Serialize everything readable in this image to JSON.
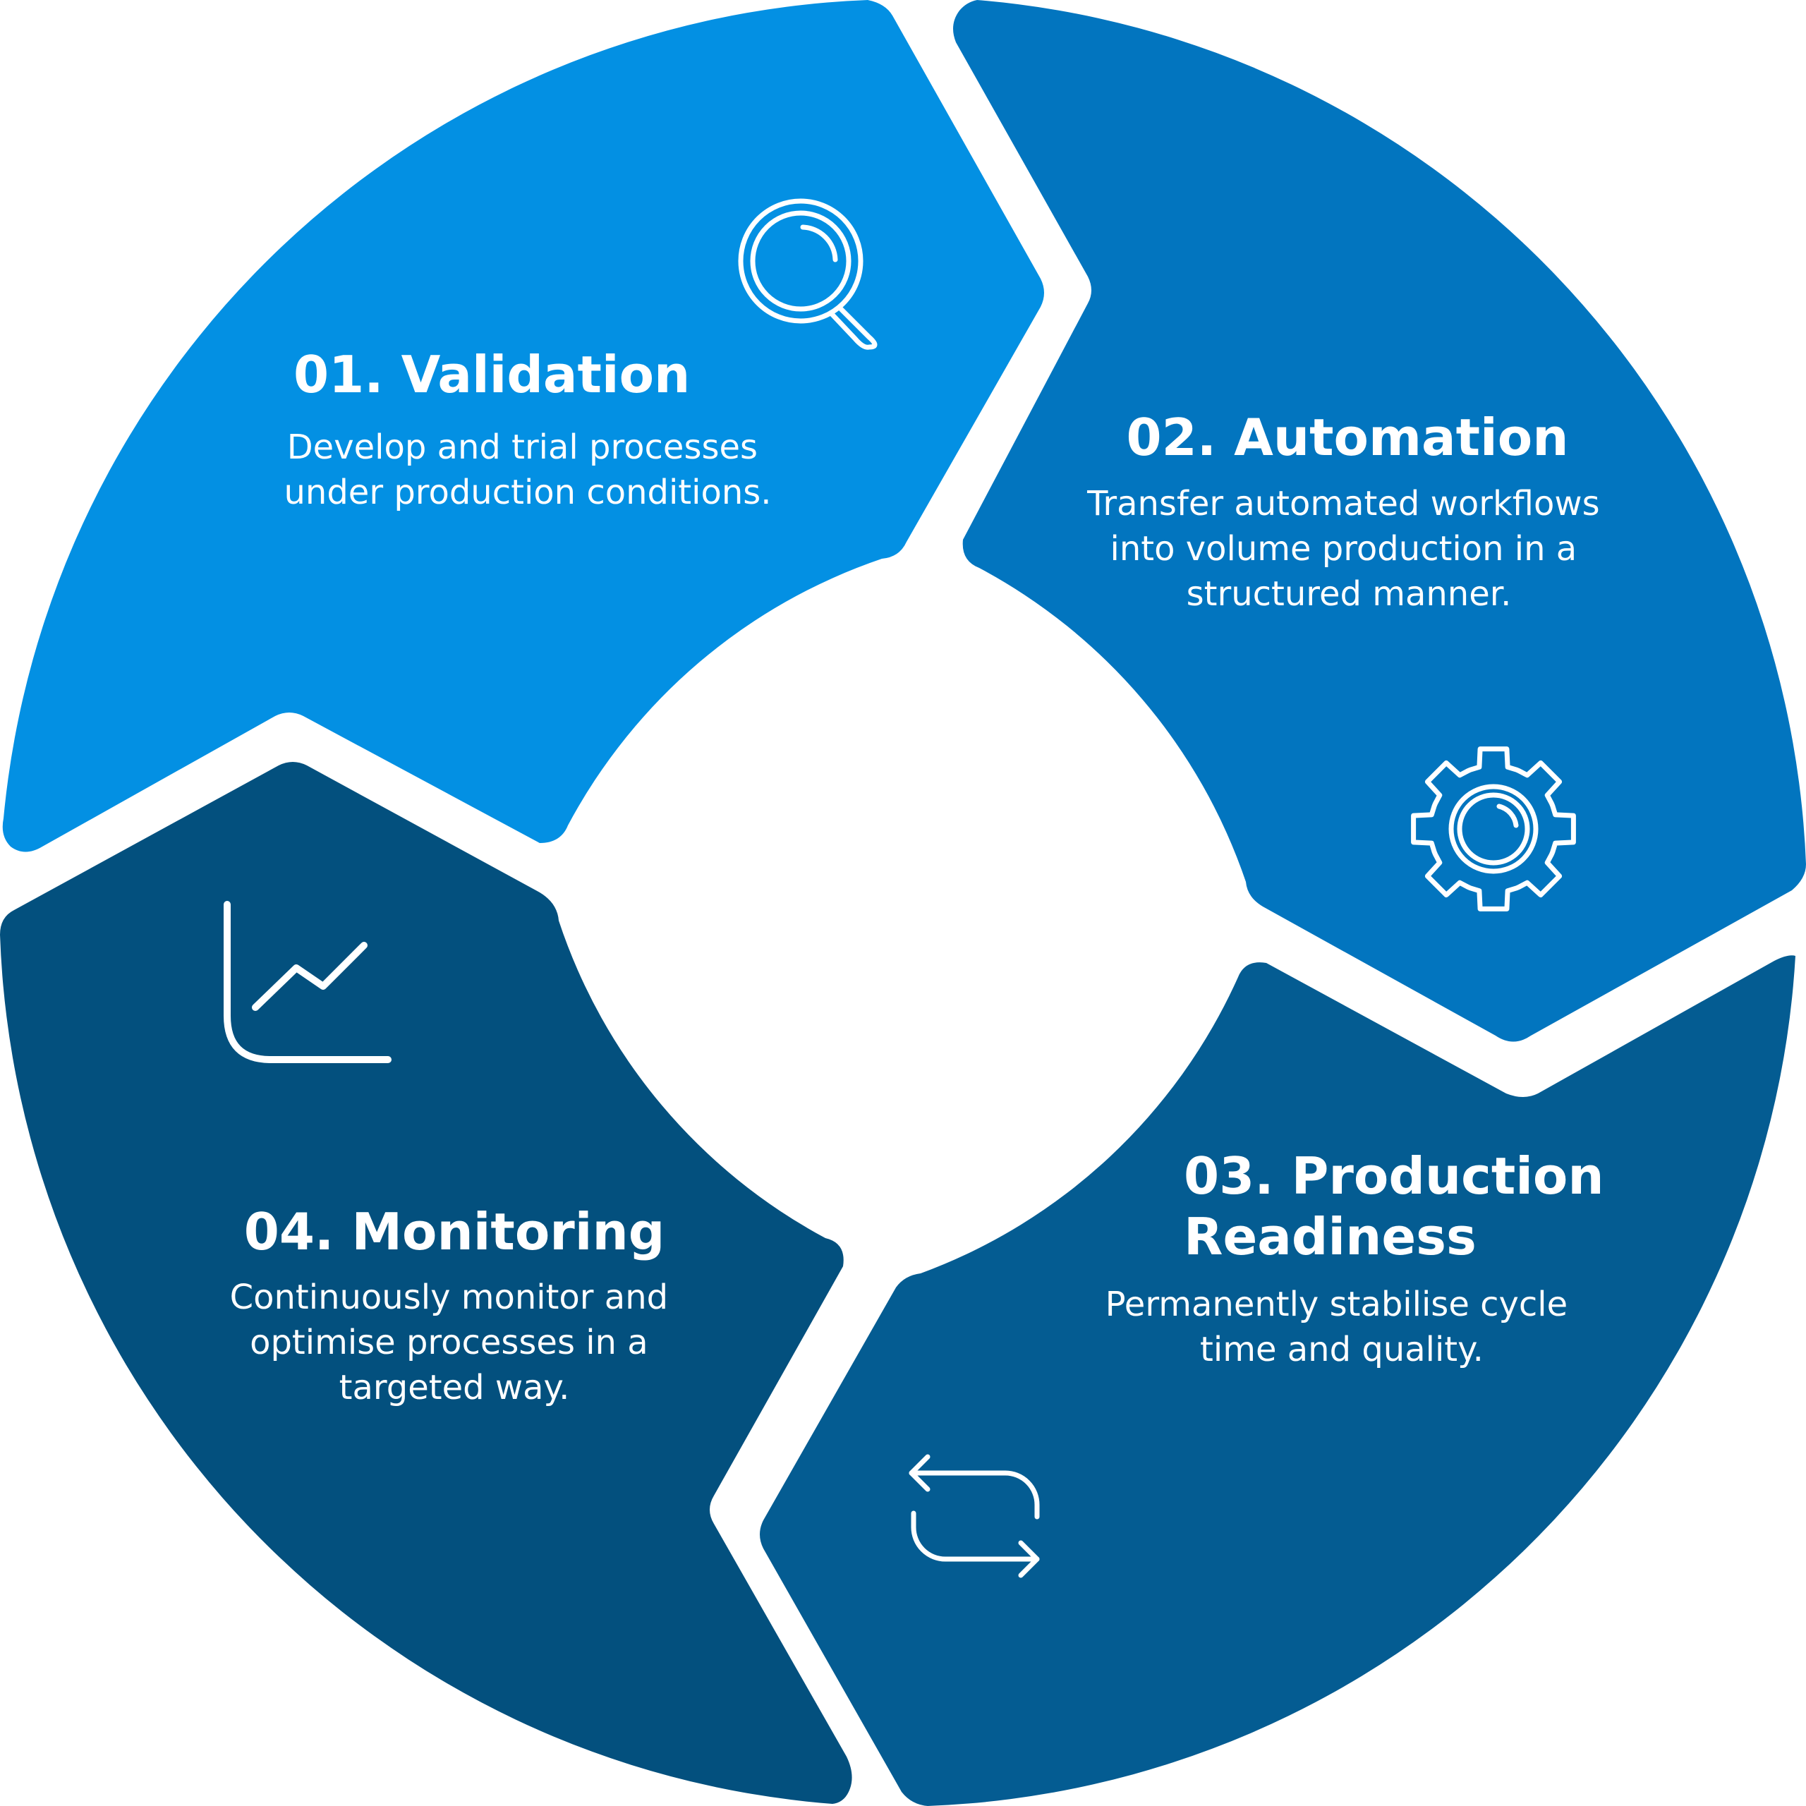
{
  "colors": {
    "validation": "#0390E3",
    "automation": "#0275BF",
    "production_readiness": "#045C92",
    "monitoring": "#03507E",
    "text": "#FFFFFF"
  },
  "steps": [
    {
      "title": "01. Validation",
      "desc": [
        "Develop and trial processes",
        "under production conditions."
      ],
      "icon": "magnifying-glass-icon"
    },
    {
      "title": "02. Automation",
      "desc": [
        "Transfer automated workflows",
        "into volume production in a",
        "structured manner."
      ],
      "icon": "gear-icon"
    },
    {
      "title": [
        "03. Production",
        "Readiness"
      ],
      "desc": [
        "Permanently stabilise cycle",
        "time and quality."
      ],
      "icon": "repeat-arrows-icon"
    },
    {
      "title": "04. Monitoring",
      "desc": [
        "Continuously monitor and",
        "optimise processes in a",
        "targeted way."
      ],
      "icon": "line-chart-icon"
    }
  ]
}
